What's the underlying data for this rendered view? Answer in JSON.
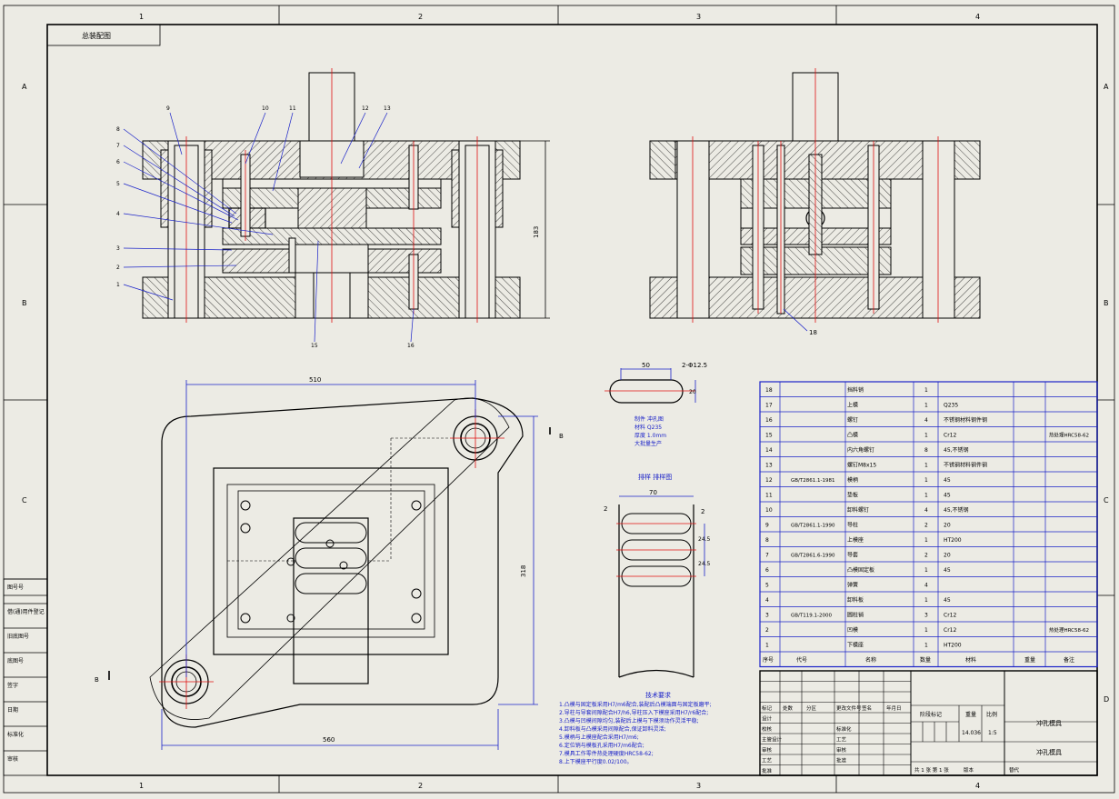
{
  "title_box": "总装配图",
  "border": {
    "columns": [
      "1",
      "2",
      "3",
      "4"
    ],
    "rows": [
      "A",
      "B",
      "C",
      "D"
    ]
  },
  "side_labels": [
    "图号号",
    "借(通)用件登记",
    "旧底图号",
    "底图号",
    "签字",
    "日期",
    "标准化",
    "审核"
  ],
  "callouts_front": [
    "8",
    "7",
    "6",
    "5",
    "4",
    "3",
    "2",
    "1",
    "9",
    "10",
    "11",
    "12",
    "13",
    "15",
    "16"
  ],
  "callouts_side": [
    "18"
  ],
  "dims": {
    "height": "183",
    "plan_width": "510",
    "plan_total": "560",
    "plan_height": "318",
    "section_mark": "B",
    "blank_w": "50",
    "blank_hole": "2-Φ12.5",
    "blank_h": "20",
    "strip_w": "70",
    "strip_pitch1": "24.5",
    "strip_pitch2": "24.5",
    "strip_edge": "2"
  },
  "blank_notes": [
    "制件 冲孔图",
    "材料 Q235",
    "厚度 1.0mm",
    "大批量生产"
  ],
  "strip_title": "排样 排样图",
  "tech_req_title": "技术要求",
  "tech_req": [
    "1.凸模与固定板采用H7/m6配合,装配后凸模端面与固定板磨平;",
    "2.导柱与导套间隙配合H7/h6,导柱压入下模座采用H7/r6配合;",
    "3.凸模与凹模间隙均匀,装配后上模与下模须动作灵活平稳;",
    "4.卸料板与凸模采用间隙配合,保证卸料灵活;",
    "5.模柄与上模座配合采用H7/m6;",
    "6.定位销与模板孔采用H7/m6配合;",
    "7.模具工作零件热处理硬度HRC58-62;",
    "8.上下模座平行度0.02/100。"
  ],
  "bom_rows": [
    [
      "18",
      "",
      "挡料销",
      "1",
      "",
      ""
    ],
    [
      "17",
      "",
      "上模",
      "1",
      "Q235",
      ""
    ],
    [
      "16",
      "",
      "螺钉",
      "4",
      "不锈钢材料钢件钢",
      ""
    ],
    [
      "15",
      "",
      "凸模",
      "1",
      "Cr12",
      "热处理HRC58-62"
    ],
    [
      "14",
      "",
      "内六角螺钉",
      "8",
      "45,不锈钢",
      ""
    ],
    [
      "13",
      "",
      "螺钉M8x15",
      "1",
      "不锈钢材料钢件钢",
      ""
    ],
    [
      "12",
      "GB/T2861.1-1981",
      "模柄",
      "1",
      "45",
      ""
    ],
    [
      "11",
      "",
      "垫板",
      "1",
      "45",
      ""
    ],
    [
      "10",
      "",
      "卸料螺钉",
      "4",
      "45,不锈钢",
      ""
    ],
    [
      "9",
      "GB/T2861.1-1990",
      "导柱",
      "2",
      "20",
      ""
    ],
    [
      "8",
      "",
      "上模座",
      "1",
      "HT200",
      ""
    ],
    [
      "7",
      "GB/T2861.6-1990",
      "导套",
      "2",
      "20",
      ""
    ],
    [
      "6",
      "",
      "凸模固定板",
      "1",
      "45",
      ""
    ],
    [
      "5",
      "",
      "弹簧",
      "4",
      "",
      ""
    ],
    [
      "4",
      "",
      "卸料板",
      "1",
      "45",
      ""
    ],
    [
      "3",
      "GB/T119.1-2000",
      "圆柱销",
      "3",
      "Cr12",
      ""
    ],
    [
      "2",
      "",
      "凹模",
      "1",
      "Cr12",
      "热处理HRC58-62"
    ],
    [
      "1",
      "",
      "下模座",
      "1",
      "HT200",
      ""
    ]
  ],
  "bom_header": [
    "序号",
    "代号",
    "名称",
    "数量",
    "材料",
    "重量",
    "备注"
  ],
  "title_block": {
    "drawing_name": "冲孔模具",
    "drawing_no": "冲孔模具",
    "labels_left": [
      "标记",
      "处数",
      "分区",
      "更改文件号",
      "签名",
      "年月日"
    ],
    "roles": [
      "设计",
      "校核",
      "主管设计",
      "审核",
      "工艺",
      "批准"
    ],
    "role_labels2": [
      "标准化",
      "工艺",
      "审核",
      "批准"
    ],
    "stage_labels": [
      "阶段标记",
      "重量",
      "比例"
    ],
    "weight": "14.036",
    "scale": "1:5",
    "sheet_info": "共 1 张 第 1 张",
    "version": "版本",
    "replace": "替代"
  }
}
